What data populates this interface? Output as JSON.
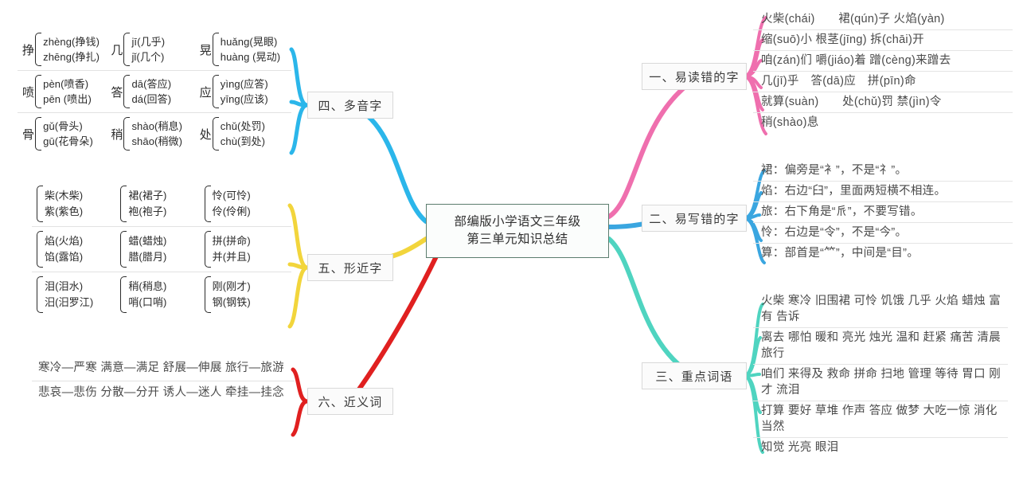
{
  "center": {
    "line1": "部编版小学语文三年级",
    "line2": "第三单元知识总结"
  },
  "colors": {
    "branch1": "#ef6fae",
    "branch2": "#3aa6e0",
    "branch3": "#4fd4c0",
    "branch4": "#2bb6ea",
    "branch5": "#f2d53c",
    "branch6": "#e02020",
    "center_border": "#5b7d6e",
    "leaf_border": "#e4e4e4"
  },
  "branches": {
    "b1": {
      "label": "一、易读错的字",
      "items": [
        "火柴(chái)　　裙(qún)子 火焰(yàn)",
        "缩(suō)小 根茎(jīng) 拆(chāi)开",
        "咱(zán)们 嚼(jiáo)着 蹭(cèng)来蹭去",
        "几(jī)乎　答(dā)应　拼(pīn)命",
        "就算(suàn)　　处(chǔ)罚 禁(jìn)令",
        "稍(shào)息"
      ]
    },
    "b2": {
      "label": "二、易写错的字",
      "items": [
        "裙：偏旁是“衤”，不是“礻”。",
        "焰：右边“臼”，里面两短横不相连。",
        "旅：右下角是“𠂢”，不要写错。",
        "怜：右边是“令”，不是“今”。",
        "算：部首是“𥫗”，中间是“目”。"
      ]
    },
    "b3": {
      "label": "三、重点词语",
      "items": [
        "火柴 寒冷 旧围裙 可怜 饥饿 几乎 火焰 蜡烛 富有 告诉",
        "离去 哪怕 暖和 亮光 烛光 温和 赶紧 痛苦 清晨 旅行",
        "咱们 来得及 救命 拼命 扫地 管理 等待 胃口 刚才 流泪",
        "打算 要好 草堆 作声 答应 做梦 大吃一惊 消化 当然",
        "知觉 光亮 眼泪"
      ]
    },
    "b4": {
      "label": "四、多音字",
      "rows": [
        [
          {
            "char": "挣",
            "a": "zhèng(挣钱)",
            "b": "zhēng(挣扎)"
          },
          {
            "char": "几",
            "a": "jī(几乎)",
            "b": "jǐ(几个)"
          },
          {
            "char": "晃",
            "a": "huǎng(晃眼)",
            "b": "huàng (晃动)"
          }
        ],
        [
          {
            "char": "喷",
            "a": "pèn(喷香)",
            "b": "pēn (喷出)"
          },
          {
            "char": "答",
            "a": "dā(答应)",
            "b": "dá(回答)"
          },
          {
            "char": "应",
            "a": "yìng(应答)",
            "b": "yīng(应该)"
          }
        ],
        [
          {
            "char": "骨",
            "a": "gǔ(骨头)",
            "b": "gū(花骨朵)"
          },
          {
            "char": "稍",
            "a": "shào(稍息)",
            "b": "shāo(稍微)"
          },
          {
            "char": "处",
            "a": "chǔ(处罚)",
            "b": "chù(到处)"
          }
        ]
      ]
    },
    "b5": {
      "label": "五、形近字",
      "rows": [
        [
          {
            "a": "柴(木柴)",
            "b": "紫(紫色)"
          },
          {
            "a": "裙(裙子)",
            "b": "袍(袍子)"
          },
          {
            "a": "怜(可怜)",
            "b": "伶(伶俐)"
          }
        ],
        [
          {
            "a": "焰(火焰)",
            "b": "馅(露馅)"
          },
          {
            "a": "蜡(蜡烛)",
            "b": "腊(腊月)"
          },
          {
            "a": "拼(拼命)",
            "b": "并(并且)"
          }
        ],
        [
          {
            "a": "泪(泪水)",
            "b": "汨(汨罗江)"
          },
          {
            "a": "稍(稍息)",
            "b": "哨(口哨)"
          },
          {
            "a": "刚(刚才)",
            "b": "钢(钢铁)"
          }
        ]
      ]
    },
    "b6": {
      "label": "六、近义词",
      "items": [
        "寒冷—严寒 满意—满足 舒展—伸展 旅行—旅游",
        "悲哀—悲伤 分散—分开 诱人—迷人 牵挂—挂念"
      ]
    }
  }
}
